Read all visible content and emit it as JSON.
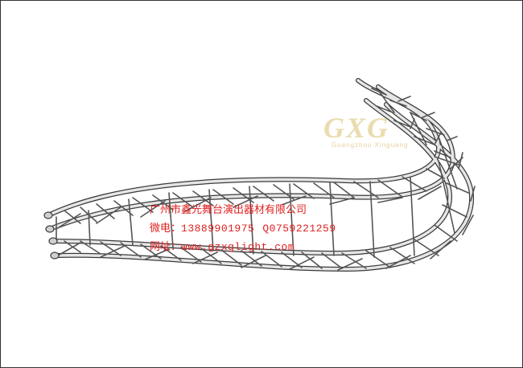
{
  "watermark": {
    "logo_letters": "GXG",
    "logo_sub": "Guangzhou Xinguang"
  },
  "company_info": {
    "name": "广州市鑫光舞台演出器材有限公司",
    "phone_label": "微电：",
    "phone_1": "13889901975",
    "phone_2": "Q0759221259",
    "site_label": "网址：",
    "site_url": "www.gzxglight.com"
  }
}
